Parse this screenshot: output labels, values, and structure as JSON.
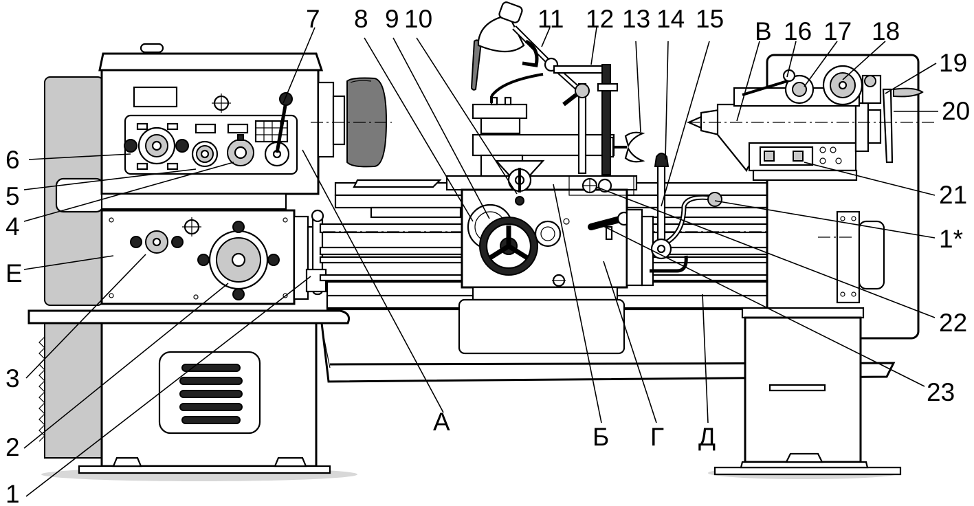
{
  "labels": [
    {
      "id": "1",
      "text": "1"
    },
    {
      "id": "2",
      "text": "2"
    },
    {
      "id": "3",
      "text": "3"
    },
    {
      "id": "4",
      "text": "4"
    },
    {
      "id": "5",
      "text": "5"
    },
    {
      "id": "6",
      "text": "6"
    },
    {
      "id": "7",
      "text": "7"
    },
    {
      "id": "8",
      "text": "8"
    },
    {
      "id": "9",
      "text": "9"
    },
    {
      "id": "10",
      "text": "10"
    },
    {
      "id": "11",
      "text": "11"
    },
    {
      "id": "12",
      "text": "12"
    },
    {
      "id": "13",
      "text": "13"
    },
    {
      "id": "14",
      "text": "14"
    },
    {
      "id": "15",
      "text": "15"
    },
    {
      "id": "16",
      "text": "16"
    },
    {
      "id": "17",
      "text": "17"
    },
    {
      "id": "18",
      "text": "18"
    },
    {
      "id": "19",
      "text": "19"
    },
    {
      "id": "20",
      "text": "20"
    },
    {
      "id": "21",
      "text": "21"
    },
    {
      "id": "22",
      "text": "22"
    },
    {
      "id": "23",
      "text": "23"
    },
    {
      "id": "1star",
      "text": "1*"
    },
    {
      "id": "A",
      "text": "А"
    },
    {
      "id": "B",
      "text": "Б"
    },
    {
      "id": "V",
      "text": "В"
    },
    {
      "id": "G",
      "text": "Г"
    },
    {
      "id": "D",
      "text": "Д"
    },
    {
      "id": "E",
      "text": "Е"
    }
  ]
}
